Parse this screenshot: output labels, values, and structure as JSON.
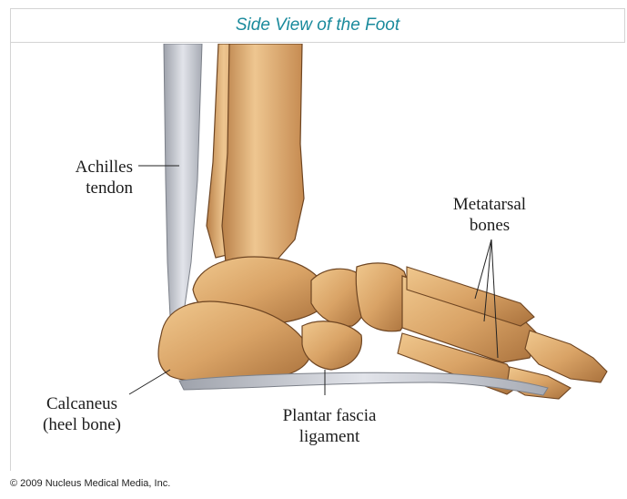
{
  "header": {
    "title": "Side View of the Foot"
  },
  "labels": {
    "achilles": {
      "line1": "Achilles",
      "line2": "tendon"
    },
    "metatarsal": {
      "line1": "Metatarsal",
      "line2": "bones"
    },
    "calcaneus": {
      "line1": "Calcaneus",
      "line2": "(heel bone)"
    },
    "plantar": {
      "line1": "Plantar fascia",
      "line2": "ligament"
    }
  },
  "footer": {
    "copyright": "© 2009 Nucleus Medical Media, Inc."
  },
  "colors": {
    "title": "#1a8a9c",
    "bone": "#d9a366",
    "tendon": "#c9ccd4"
  }
}
